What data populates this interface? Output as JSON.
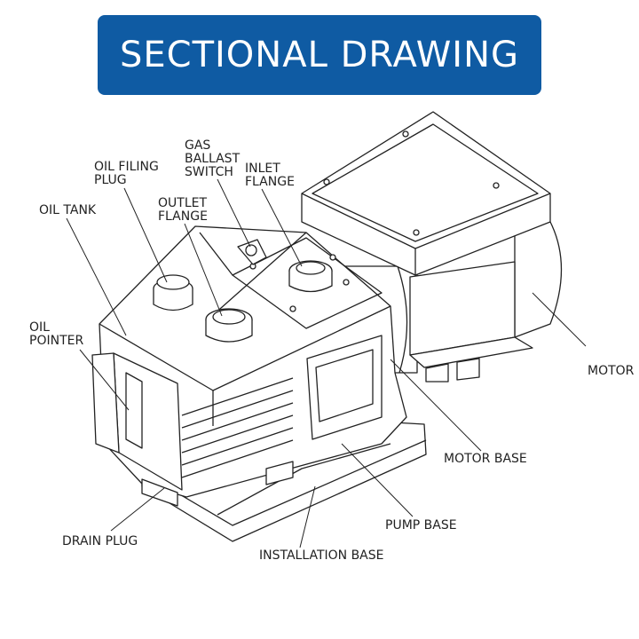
{
  "title": "SECTIONAL DRAWING",
  "labels": {
    "gas_ballast_switch": "GAS\nBALLAST\nSWITCH",
    "inlet_flange": "INLET\nFLANGE",
    "oil_filing_plug": "OIL FILING\nPLUG",
    "outlet_flange": "OUTLET\nFLANGE",
    "oil_tank": "OIL TANK",
    "oil_pointer": "OIL\nPOINTER",
    "motor": "MOTOR",
    "motor_base": "MOTOR BASE",
    "pump_base": "PUMP BASE",
    "drain_plug": "DRAIN PLUG",
    "installation_base": "INSTALLATION BASE"
  },
  "colors": {
    "banner": "#0f5ba3",
    "banner_text": "#ffffff",
    "line": "#222222"
  }
}
